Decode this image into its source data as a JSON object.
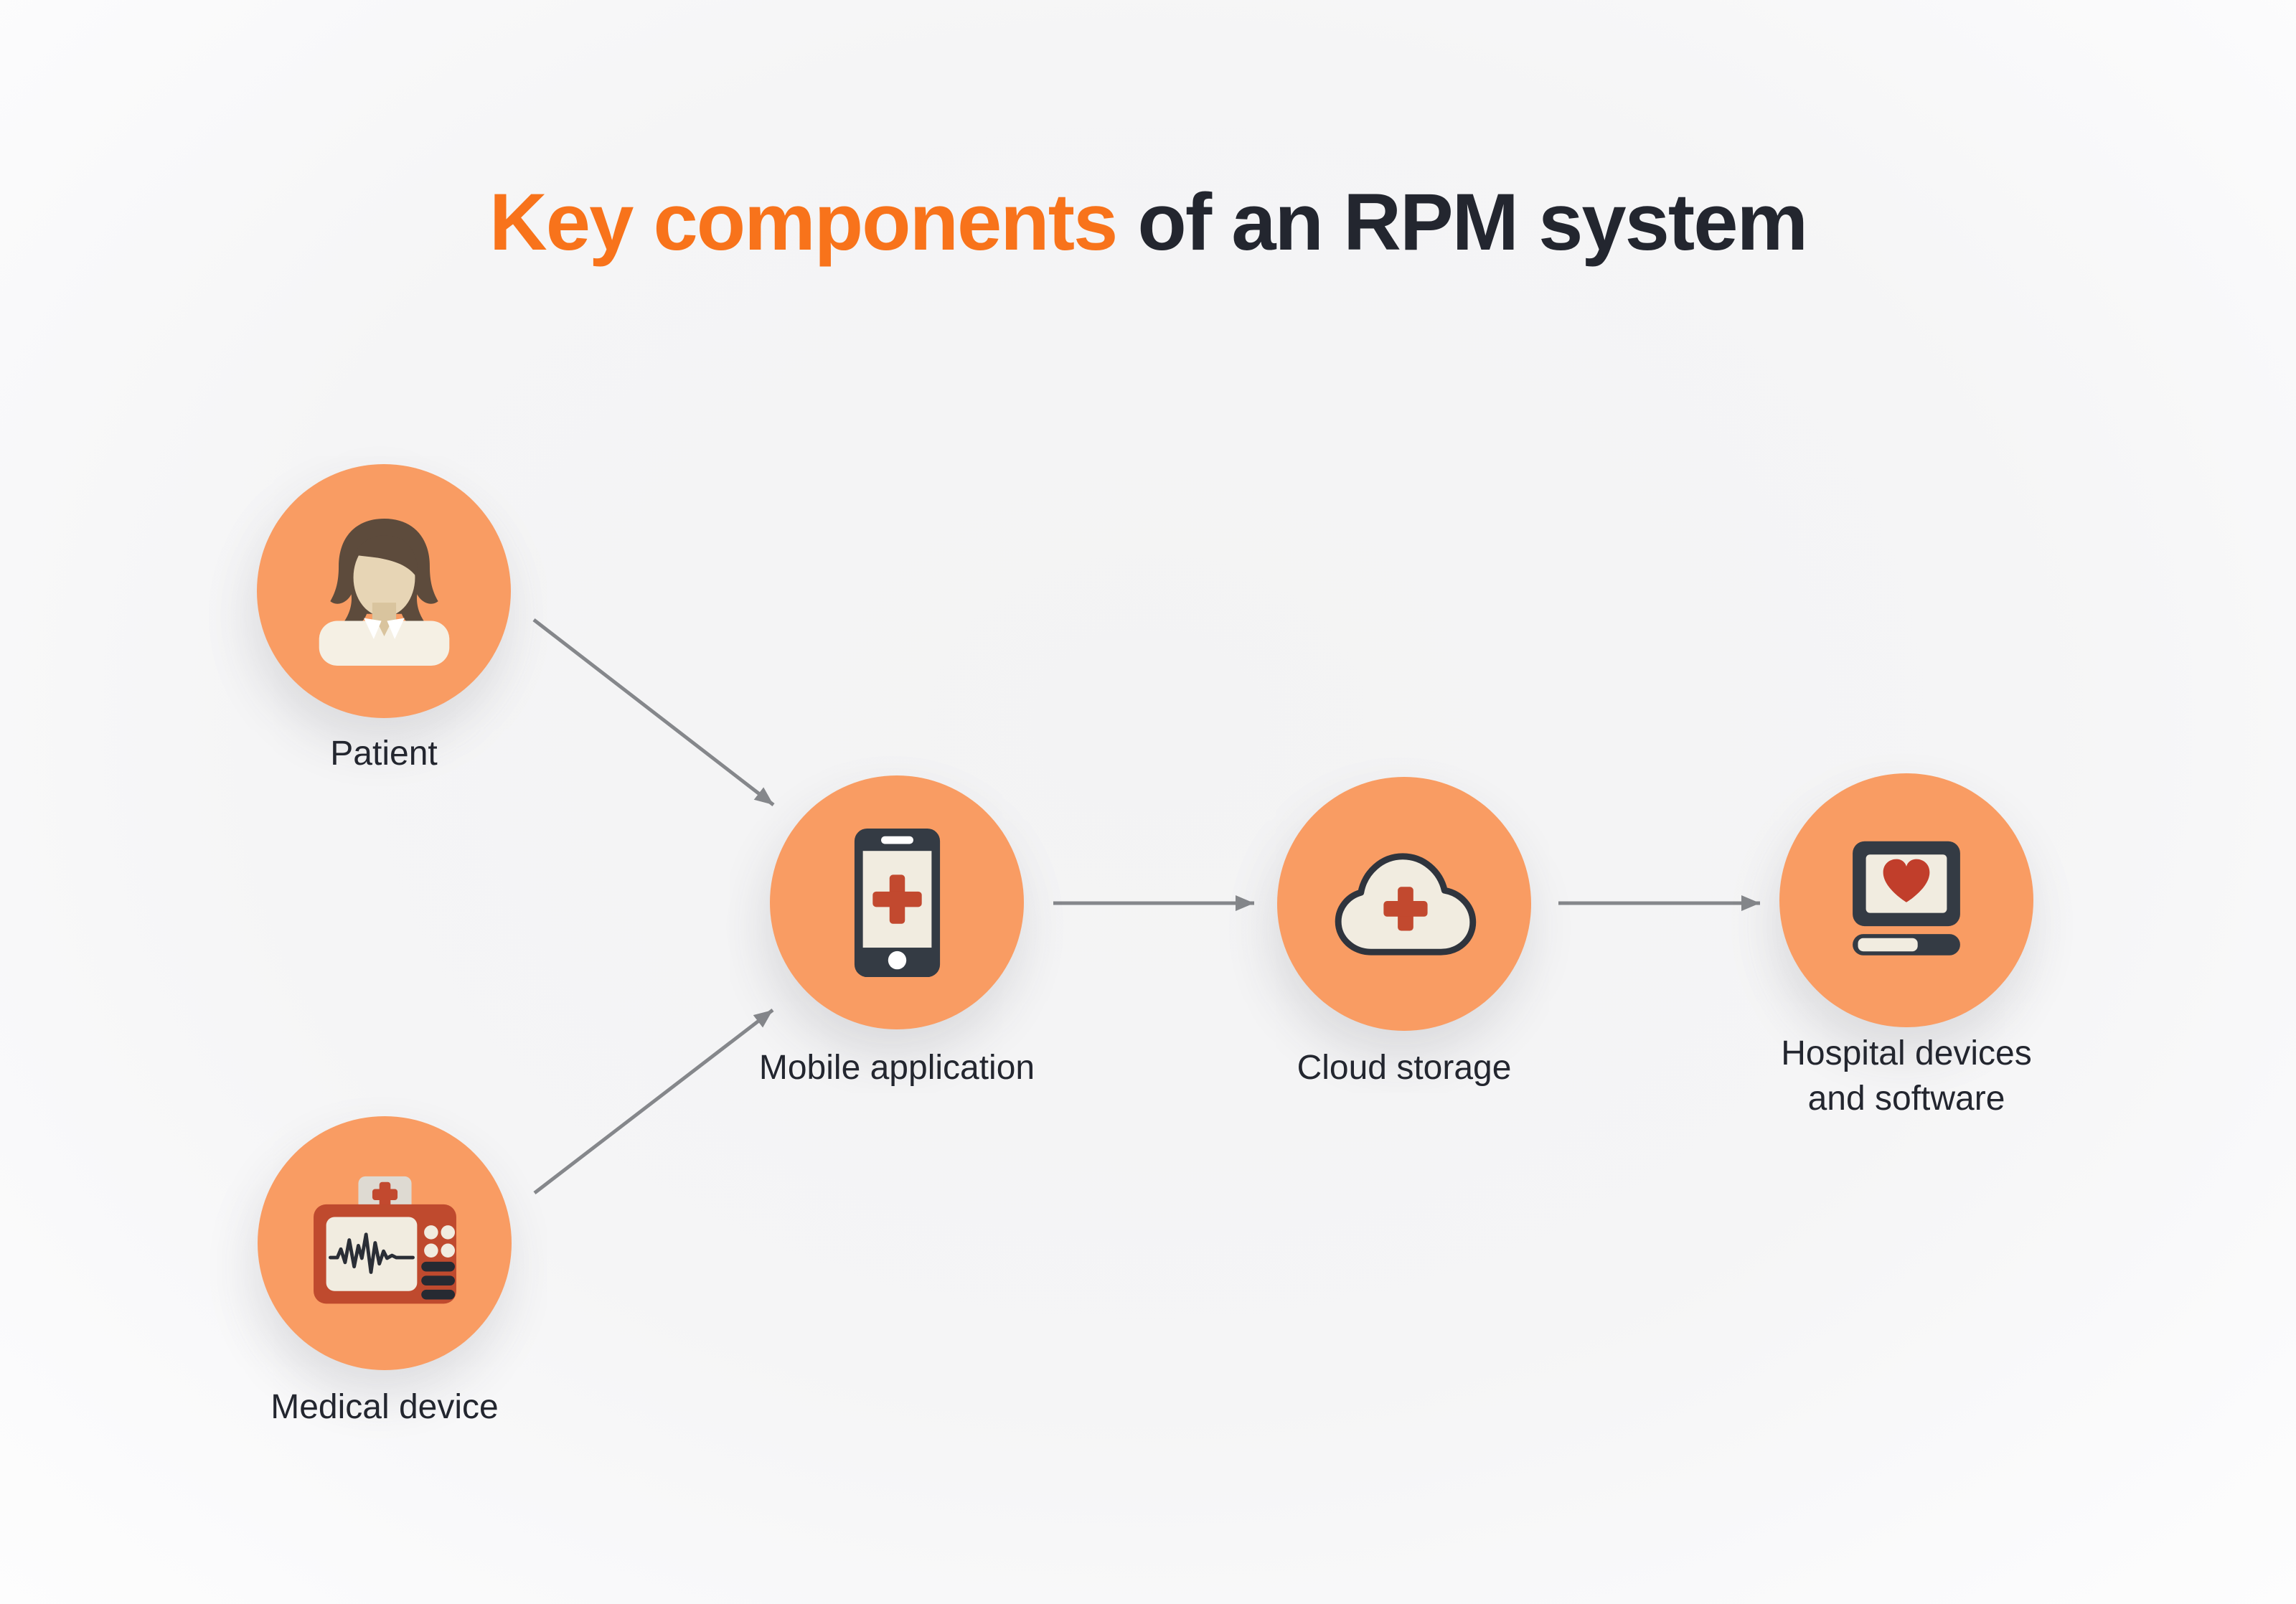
{
  "title": {
    "highlight": "Key components",
    "rest": " of an RPM system"
  },
  "colors": {
    "accent": "#f8731b",
    "dark": "#23262f",
    "circle": "#f99c63",
    "rust": "#c2492f",
    "cream": "#f1ece0",
    "charcoal": "#333a43",
    "arrow": "#85878b",
    "hair": "#5d4b3c",
    "skin": "#e7d5b5",
    "skinShade": "#d9c49e",
    "shirt": "#f5f0e4",
    "tab": "#dedad2",
    "deviceDark": "#262a32"
  },
  "nodes": [
    {
      "id": "patient",
      "label": "Patient",
      "icon": "woman-avatar-icon"
    },
    {
      "id": "medical-device",
      "label": "Medical device",
      "icon": "ecg-monitor-icon"
    },
    {
      "id": "mobile-application",
      "label": "Mobile application",
      "icon": "smartphone-medical-cross-icon"
    },
    {
      "id": "cloud-storage",
      "label": "Cloud storage",
      "icon": "medical-cloud-icon"
    },
    {
      "id": "hospital-devices",
      "label": "Hospital devices and software",
      "label_lines": [
        "Hospital devices",
        "and software"
      ],
      "icon": "computer-heart-icon"
    }
  ],
  "connections": [
    {
      "from": "patient",
      "to": "mobile-application"
    },
    {
      "from": "medical-device",
      "to": "mobile-application"
    },
    {
      "from": "mobile-application",
      "to": "cloud-storage"
    },
    {
      "from": "cloud-storage",
      "to": "hospital-devices"
    }
  ]
}
